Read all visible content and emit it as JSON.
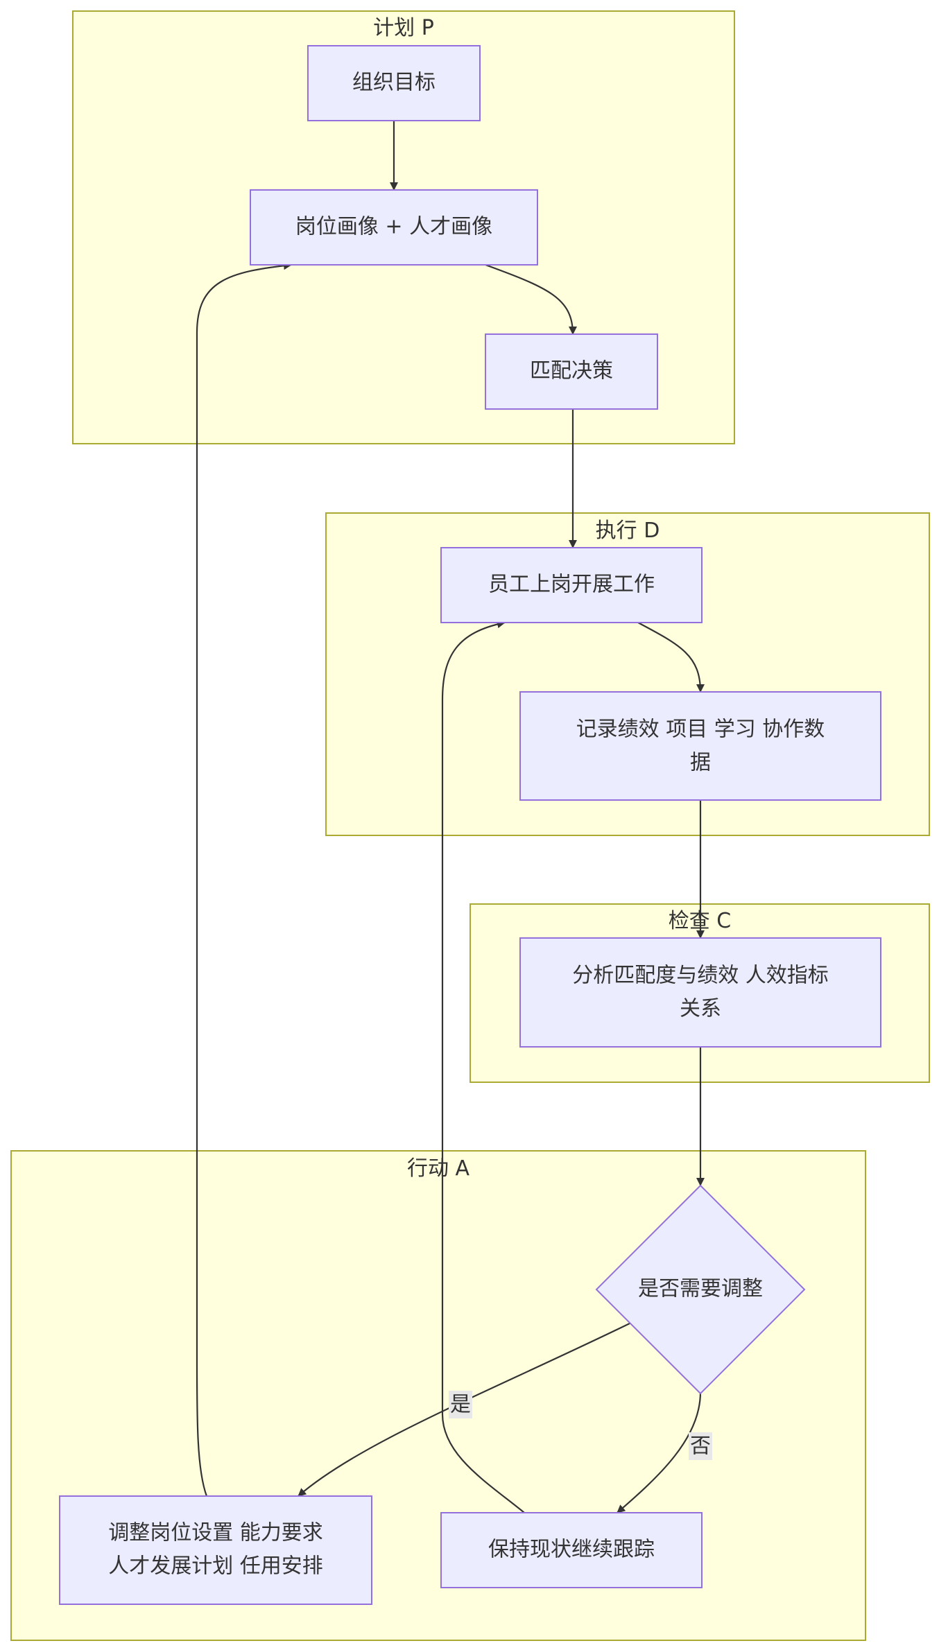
{
  "clusters": {
    "plan": "计划 P",
    "do": "执行 D",
    "check": "检查 C",
    "act": "行动 A"
  },
  "nodes": {
    "goal": "组织目标",
    "portrait": "岗位画像 + 人才画像",
    "match": "匹配决策",
    "onboard": "员工上岗开展工作",
    "record_l1": "记录绩效 项目 学习 协作数",
    "record_l2": "据",
    "analyze_l1": "分析匹配度与绩效 人效指标",
    "analyze_l2": "关系",
    "decision": "是否需要调整",
    "adjust_l1": "调整岗位设置 能力要求",
    "adjust_l2": "人才发展计划 任用安排",
    "keep": "保持现状继续跟踪"
  },
  "edge_labels": {
    "yes": "是",
    "no": "否"
  },
  "colors": {
    "cluster_fill": "#ffffde",
    "cluster_stroke": "#aaaa33",
    "node_fill": "#ececff",
    "node_stroke": "#9370db",
    "edge": "#333333"
  }
}
